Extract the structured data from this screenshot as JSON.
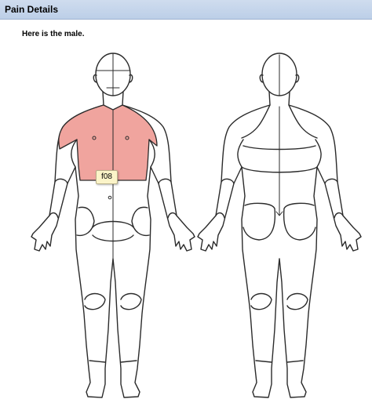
{
  "header": {
    "title": "Pain Details"
  },
  "intro_text": "Here is the male.",
  "tooltip": {
    "label": "f08"
  },
  "colors": {
    "header_bg": "#bccfe8",
    "highlight": "#f0a49e",
    "outline": "#2b2b2b",
    "tooltip_bg": "#fbf4c8"
  },
  "figures": [
    {
      "name": "front-view",
      "highlighted_region": "upper-chest-shoulders"
    },
    {
      "name": "back-view",
      "highlighted_region": ""
    }
  ]
}
